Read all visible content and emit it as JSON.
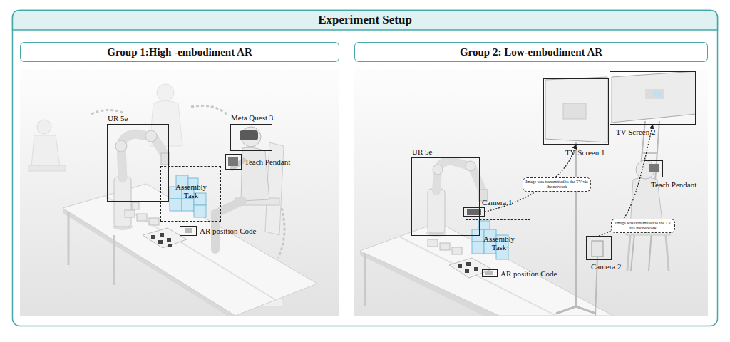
{
  "diagram": {
    "title": "Experiment Setup",
    "nodes": [
      {
        "text": [
          "Group 1:High -embodiment AR"
        ]
      },
      {
        "text": [
          "UR 5e"
        ],
        "in": 0
      },
      {
        "text": [
          "Meta Quest 3"
        ],
        "in": 0
      },
      {
        "text": [
          "Teach Pendant"
        ],
        "in": 0
      },
      {
        "text": [
          "Assembly Task"
        ],
        "in": 0
      },
      {
        "text": [
          "AR position Code"
        ],
        "in": 0
      },
      {
        "text": [
          "Group 2: Low-embodiment AR"
        ]
      },
      {
        "text": [
          "UR 5e"
        ],
        "in": 6
      },
      {
        "text": [
          "TV Screen 1"
        ],
        "in": 6
      },
      {
        "text": [
          "TV Screen 2"
        ],
        "in": 6
      },
      {
        "text": [
          "Teach Pendant"
        ],
        "in": 6
      },
      {
        "text": [
          "Camera 1"
        ],
        "in": 6
      },
      {
        "text": [
          "Assembly Task"
        ],
        "in": 6
      },
      {
        "text": [
          "AR position Code"
        ],
        "in": 6
      },
      {
        "text": [
          "Camera 2"
        ],
        "in": 6
      }
    ],
    "edges": [
      {
        "from": 11,
        "to": 8,
        "arrow": "to",
        "label": "Image was transmitted to the TV via the network"
      },
      {
        "from": 14,
        "to": 9,
        "arrow": "to",
        "label": "Image was transmitted to the TV via the network"
      }
    ]
  }
}
